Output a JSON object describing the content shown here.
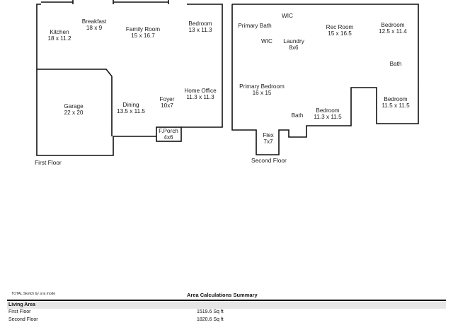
{
  "floorplan": {
    "rooms": [
      {
        "id": "breakfast",
        "name": "Breakfast",
        "dims": "18 x 9"
      },
      {
        "id": "kitchen",
        "name": "Kitchen",
        "dims": "18 x 11.2"
      },
      {
        "id": "family_room",
        "name": "Family Room",
        "dims": "15 x 16.7"
      },
      {
        "id": "bedroom_1f",
        "name": "Bedroom",
        "dims": "13 x 11.3"
      },
      {
        "id": "garage",
        "name": "Garage",
        "dims": "22 x 20"
      },
      {
        "id": "dining",
        "name": "Dining",
        "dims": "13.5 x 11.5"
      },
      {
        "id": "foyer",
        "name": "Foyer",
        "dims": "10x7"
      },
      {
        "id": "home_office",
        "name": "Home Office",
        "dims": "11.3 x 11.3"
      },
      {
        "id": "f_porch",
        "name": "F.Porch",
        "dims": "4x6"
      },
      {
        "id": "wic_top",
        "name": "WIC",
        "dims": ""
      },
      {
        "id": "primary_bath",
        "name": "Primary Bath",
        "dims": ""
      },
      {
        "id": "wic",
        "name": "WIC",
        "dims": ""
      },
      {
        "id": "laundry",
        "name": "Laundry",
        "dims": "8x6"
      },
      {
        "id": "rec_room",
        "name": "Rec Room",
        "dims": "15 x 16.5"
      },
      {
        "id": "bedroom_ne",
        "name": "Bedroom",
        "dims": "12.5 x 11.4"
      },
      {
        "id": "bath_e",
        "name": "Bath",
        "dims": ""
      },
      {
        "id": "primary_bedroom",
        "name": "Primary Bedroom",
        "dims": "16 x 15"
      },
      {
        "id": "bedroom_se",
        "name": "Bedroom",
        "dims": "11.5 x 11.5"
      },
      {
        "id": "bedroom_mid",
        "name": "Bedroom",
        "dims": "11.3 x 11.5"
      },
      {
        "id": "bath_mid",
        "name": "Bath",
        "dims": ""
      },
      {
        "id": "flex",
        "name": "Flex",
        "dims": "7x7"
      }
    ],
    "first_floor_label": "First Floor",
    "second_floor_label": "Second Floor"
  },
  "summary": {
    "sketch_credit": "TOTAL Sketch by a la mode",
    "title": "Area Calculations Summary",
    "section": "Living Area",
    "rows": [
      {
        "name": "First Floor",
        "value": "1519.6 Sq ft"
      },
      {
        "name": "Second Floor",
        "value": "1820.6 Sq ft"
      }
    ]
  }
}
